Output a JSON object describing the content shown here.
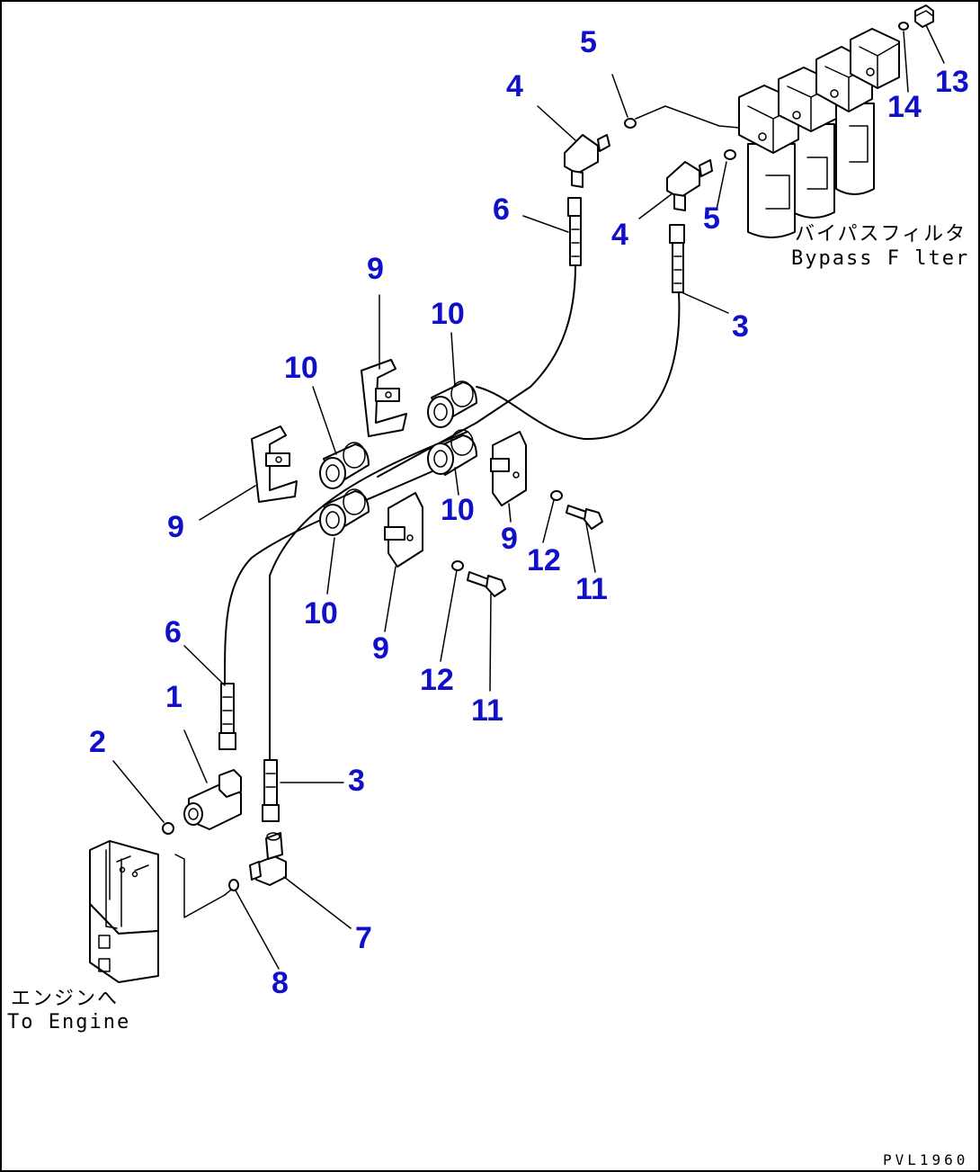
{
  "callouts": {
    "c1": "1",
    "c2": "2",
    "c3a": "3",
    "c3b": "3",
    "c4a": "4",
    "c4b": "4",
    "c5a": "5",
    "c5b": "5",
    "c6a": "6",
    "c6b": "6",
    "c7": "7",
    "c8": "8",
    "c9a": "9",
    "c9b": "9",
    "c9c": "9",
    "c9d": "9",
    "c10a": "10",
    "c10b": "10",
    "c10c": "10",
    "c10d": "10",
    "c11a": "11",
    "c11b": "11",
    "c12a": "12",
    "c12b": "12",
    "c13": "13",
    "c14": "14"
  },
  "labels": {
    "bypass_jp": "バイパスフィルタ",
    "bypass_en": "Bypass F lter",
    "engine_jp": "エンジンへ",
    "engine_en": "To Engine"
  },
  "drawing_code": "PVL1960",
  "colors": {
    "callout": "#1010c8",
    "line": "#000000",
    "background": "#ffffff"
  }
}
